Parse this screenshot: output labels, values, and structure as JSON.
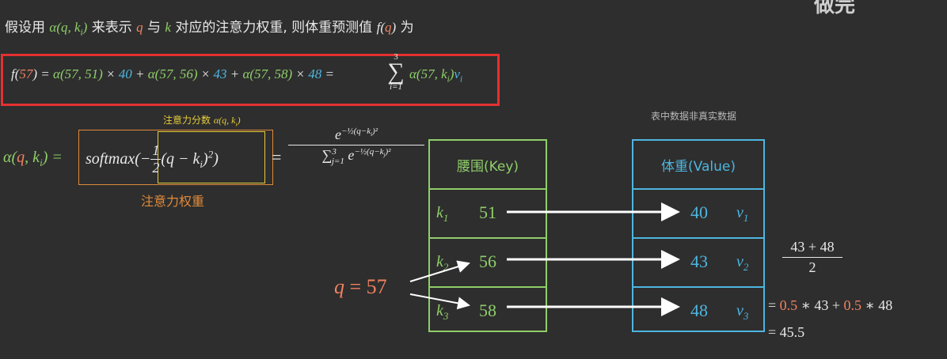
{
  "watermark": "做完",
  "intro": {
    "p1": "假设用 ",
    "alpha_expr": "α(q, k",
    "alpha_sub": "i",
    "alpha_close": ")",
    "p2": " 来表示 ",
    "q": "q",
    "p3": " 与 ",
    "k": "k",
    "p4": " 对应的注意力权重, 则体重预测值 ",
    "f": "f",
    "fq_open": "(",
    "fq_close": ")",
    "p5": " 为"
  },
  "formula": {
    "f57": "f(",
    "n57": "57",
    "eq": ") = ",
    "a1": "α(57, 51)",
    "x1": " × ",
    "v1": "40",
    "plus1": " + ",
    "a2": "α(57, 56)",
    "x2": " × ",
    "v2": "43",
    "plus2": " + ",
    "a3": "α(57, 58)",
    "x3": " × ",
    "v3": "48",
    "eq2": " = ",
    "sum_top": "3",
    "sum": "∑",
    "sum_bottom": "i=1",
    "a4": "α(57, k",
    "a4_sub": "i",
    "a4_close": ")",
    "vi": "v",
    "vi_sub": "i"
  },
  "attention": {
    "score_label": "注意力分数 ",
    "score_expr": "α(q, k",
    "score_sub": "i",
    "score_close": ")",
    "alpha": "α(",
    "q": "q",
    "comma": ", ",
    "k": "k",
    "k_sub": "i",
    "close_eq": ") =",
    "softmax": "softmax",
    "paren_open": "(−",
    "half_num": "1",
    "half_den": "2",
    "inner": "(q − k",
    "inner_sub": "i",
    "inner_close": ")",
    "sq": "2",
    "paren_close": ")",
    "eq": "=",
    "weight_label": "注意力权重",
    "rhs_num": "e",
    "rhs_num_sup": "−½(q−k",
    "rhs_num_sup_sub": "i",
    "rhs_num_sup_close": ")²",
    "rhs_den_sum": "∑",
    "rhs_den_top": "3",
    "rhs_den_bottom": "j=1",
    "rhs_den_e": "e",
    "rhs_den_sup": "−½(q−k",
    "rhs_den_sup_sub": "j",
    "rhs_den_sup_close": ")²"
  },
  "note": "表中数据非真实数据",
  "key_table": {
    "header": "腰围(Key)",
    "rows": [
      {
        "k": "k",
        "sub": "1",
        "val": "51"
      },
      {
        "k": "k",
        "sub": "2",
        "val": "56"
      },
      {
        "k": "k",
        "sub": "3",
        "val": "58"
      }
    ]
  },
  "value_table": {
    "header": "体重(Value)",
    "rows": [
      {
        "val": "40",
        "v": "v",
        "sub": "1"
      },
      {
        "val": "43",
        "v": "v",
        "sub": "2"
      },
      {
        "val": "48",
        "v": "v",
        "sub": "3"
      }
    ]
  },
  "query": {
    "q": "q",
    "eq": "=",
    "val": "57"
  },
  "result": {
    "frac_num": "43 + 48",
    "frac_den": "2",
    "eq1": "= ",
    "w1": "0.5",
    "mul1": " ∗ 43 + ",
    "w2": "0.5",
    "mul2": " ∗ 48",
    "eq2": "= 45.5"
  },
  "colors": {
    "key_green": "#8fce6a",
    "value_blue": "#4db6e0",
    "query_orange": "#f08060",
    "highlight_red": "#e53030",
    "score_yellow": "#e6cc3a",
    "weight_orange": "#e08a3a"
  }
}
